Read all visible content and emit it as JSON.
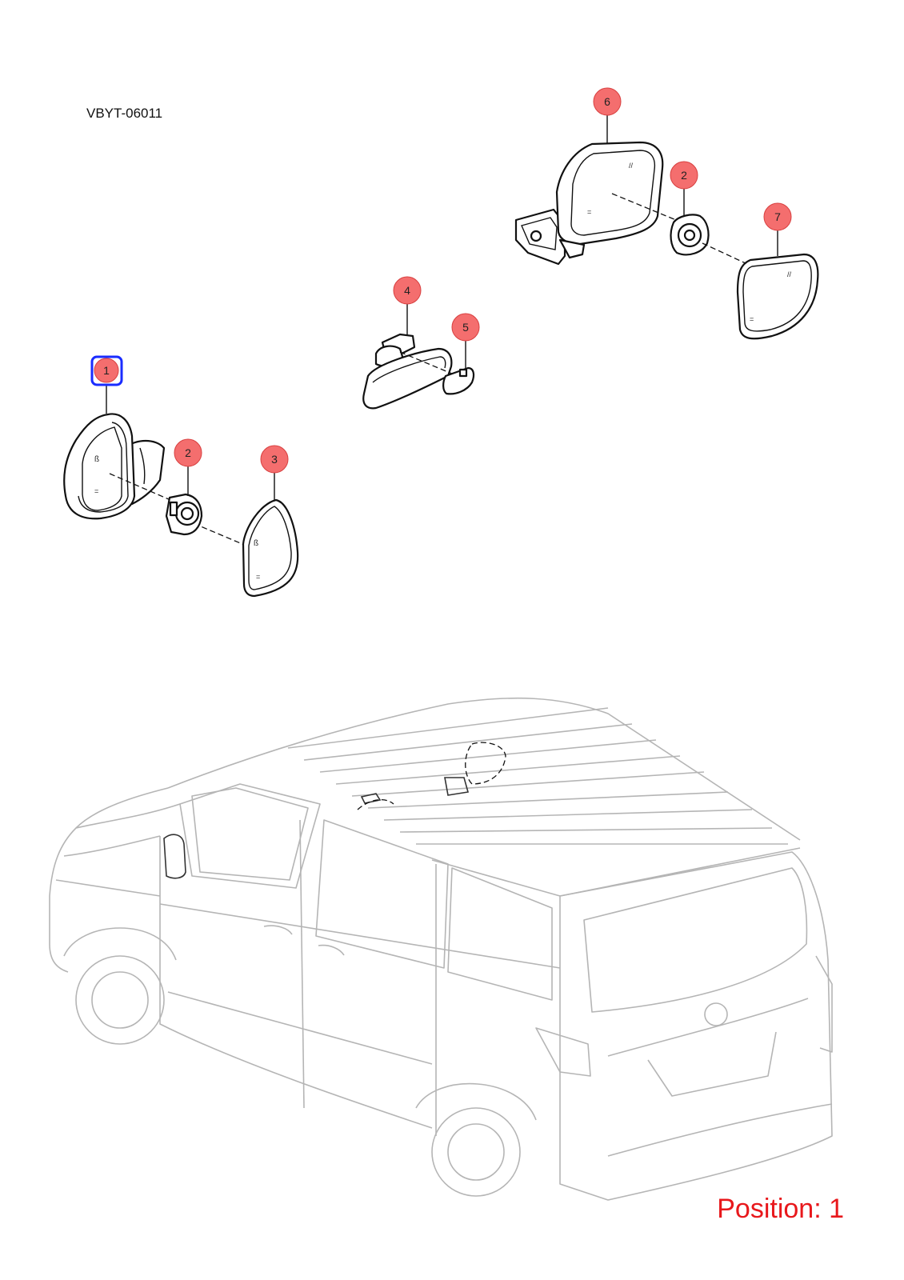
{
  "diagram_code": "VBYT-06011",
  "position_label": "Position: 1",
  "selected_callout": "1",
  "callouts": [
    {
      "number": "1",
      "selected": true
    },
    {
      "number": "2",
      "selected": false
    },
    {
      "number": "3",
      "selected": false
    },
    {
      "number": "4",
      "selected": false
    },
    {
      "number": "5",
      "selected": false
    },
    {
      "number": "6",
      "selected": false
    },
    {
      "number": "2",
      "selected": false
    },
    {
      "number": "7",
      "selected": false
    }
  ],
  "colors": {
    "callout_fill": "#f46e6e",
    "selection_outline": "#1a2cff",
    "position_text": "#e8181c",
    "van_outline": "#b5b5b5"
  }
}
